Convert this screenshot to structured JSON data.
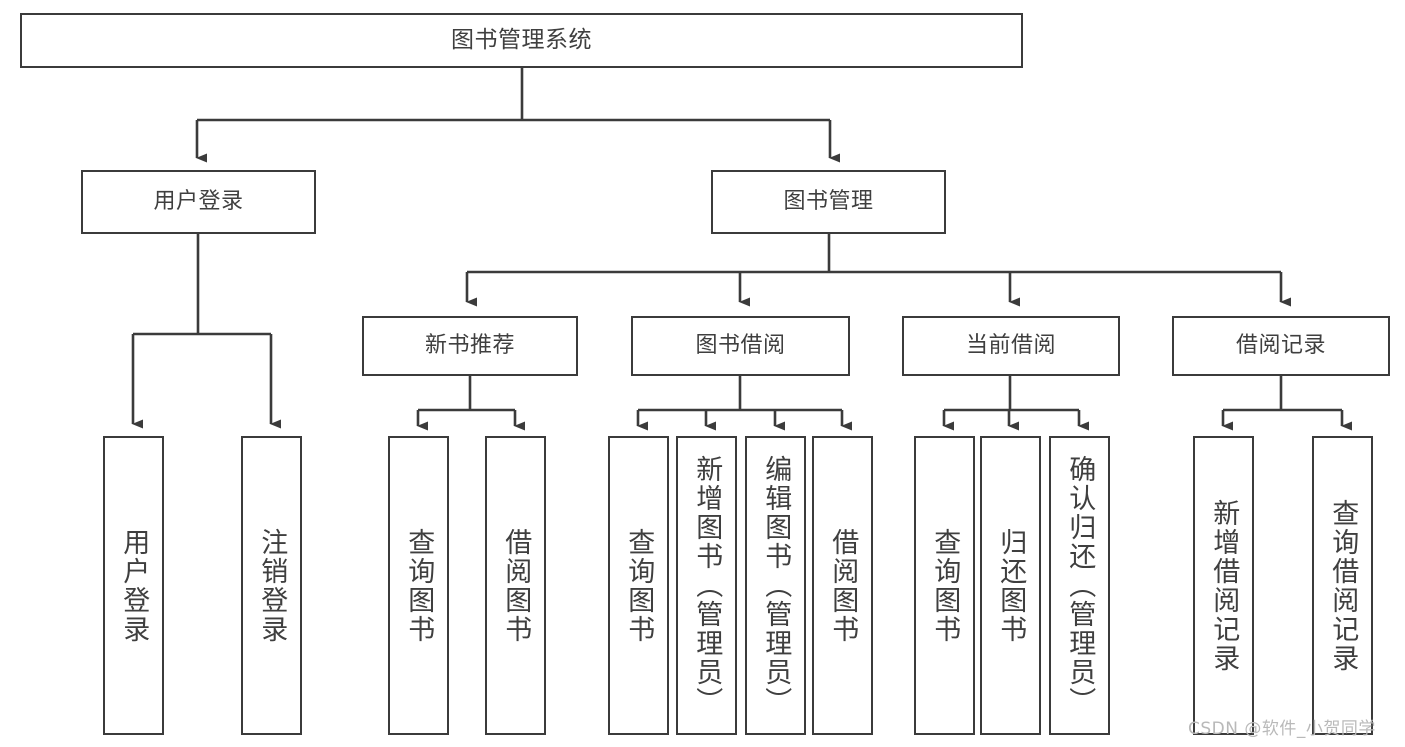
{
  "diagram": {
    "title": "图书管理系统",
    "type": "tree-hierarchy-chart",
    "root": {
      "label": "图书管理系统"
    },
    "level2": [
      {
        "label": "用户登录"
      },
      {
        "label": "图书管理"
      }
    ],
    "level3": [
      {
        "label": "新书推荐"
      },
      {
        "label": "图书借阅"
      },
      {
        "label": "当前借阅"
      },
      {
        "label": "借阅记录"
      }
    ],
    "leaves": {
      "user_login": [
        {
          "label": "用户登录"
        },
        {
          "label": "注销登录"
        }
      ],
      "new_book_recommend": [
        {
          "label": "查询图书"
        },
        {
          "label": "借阅图书"
        }
      ],
      "book_borrow": [
        {
          "label": "查询图书"
        },
        {
          "label": "新增图书（管理员）"
        },
        {
          "label": "编辑图书（管理员）"
        },
        {
          "label": "借阅图书"
        }
      ],
      "current_borrow": [
        {
          "label": "查询图书"
        },
        {
          "label": "归还图书"
        },
        {
          "label": "确认归还（管理员）"
        }
      ],
      "borrow_record": [
        {
          "label": "新增借阅记录"
        },
        {
          "label": "查询借阅记录"
        }
      ]
    }
  },
  "watermark": {
    "text": "CSDN @软件_小贺同学"
  },
  "colors": {
    "box_border": "#3b3b3b",
    "text": "#3f3f3f",
    "line": "#3b3b3b",
    "background": "#ffffff",
    "watermark": "#b9b9b9"
  }
}
